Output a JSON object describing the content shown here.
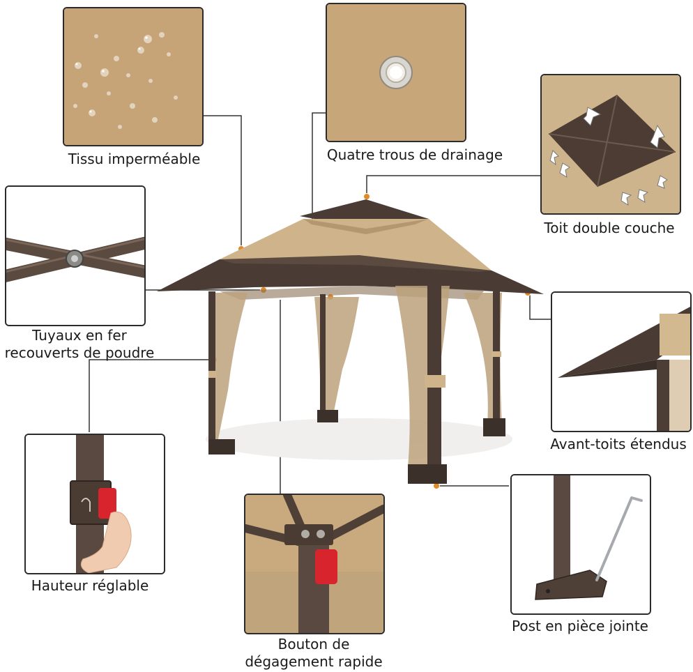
{
  "features": {
    "waterproof": {
      "label": "Tissu imperméable"
    },
    "drainage": {
      "label": "Quatre trous de drainage"
    },
    "double_roof": {
      "label": "Toit double couche"
    },
    "iron_pipes": {
      "line1": "Tuyaux en fer",
      "line2": "recouverts de poudre"
    },
    "eaves": {
      "label": "Avant-toits étendus"
    },
    "height": {
      "label": "Hauteur réglable"
    },
    "release": {
      "line1": "Bouton de",
      "line2": "dégagement rapide"
    },
    "stake_post": {
      "label": "Post en pièce jointe"
    }
  },
  "colors": {
    "tan": "#c9a97c",
    "dark_brown": "#4a3e36",
    "mesh": "#bda27c",
    "accent_orange": "#e08a2a",
    "release_red": "#d8242c"
  }
}
